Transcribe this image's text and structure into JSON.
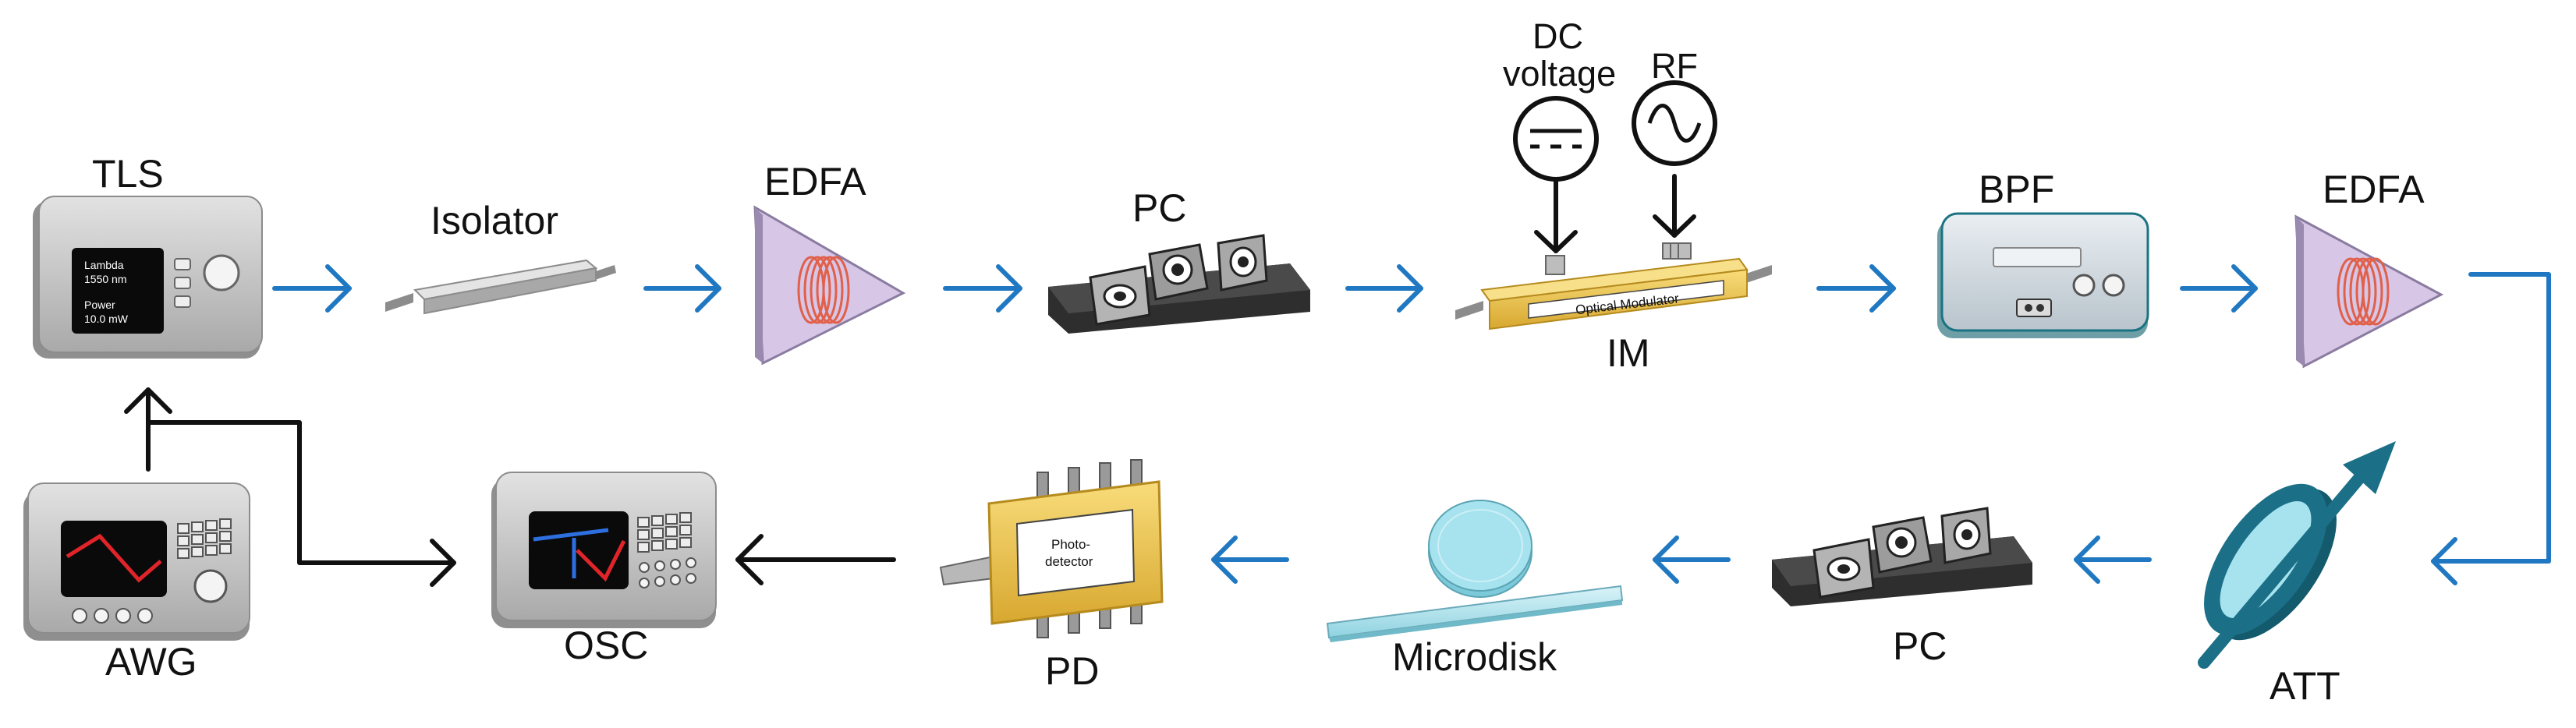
{
  "labels": {
    "tls": "TLS",
    "isolator": "Isolator",
    "edfa1": "EDFA",
    "pc1": "PC",
    "dc": "DC",
    "voltage": "voltage",
    "rf": "RF",
    "im": "IM",
    "bpf": "BPF",
    "edfa2": "EDFA",
    "att": "ATT",
    "pc2": "PC",
    "microdisk": "Microdisk",
    "pd": "PD",
    "osc": "OSC",
    "awg": "AWG"
  },
  "tls_screen": {
    "line1": "Lambda",
    "line2": "1550 nm",
    "line3": "Power",
    "line4": "10.0 mW"
  },
  "modulator_text": "Optical Modulator",
  "photodetector_text": {
    "line1": "Photo-",
    "line2": "detector"
  },
  "colors": {
    "optical_path": "#1f78c1",
    "electrical_path": "#111111",
    "device_gray": "#c8c8c8",
    "modulator_gold": "#f2c94c",
    "edfa_fill": "#d7c6e6",
    "coil": "#e0604a",
    "att_teal": "#1b6f87",
    "microdisk": "#a6e3ef"
  }
}
